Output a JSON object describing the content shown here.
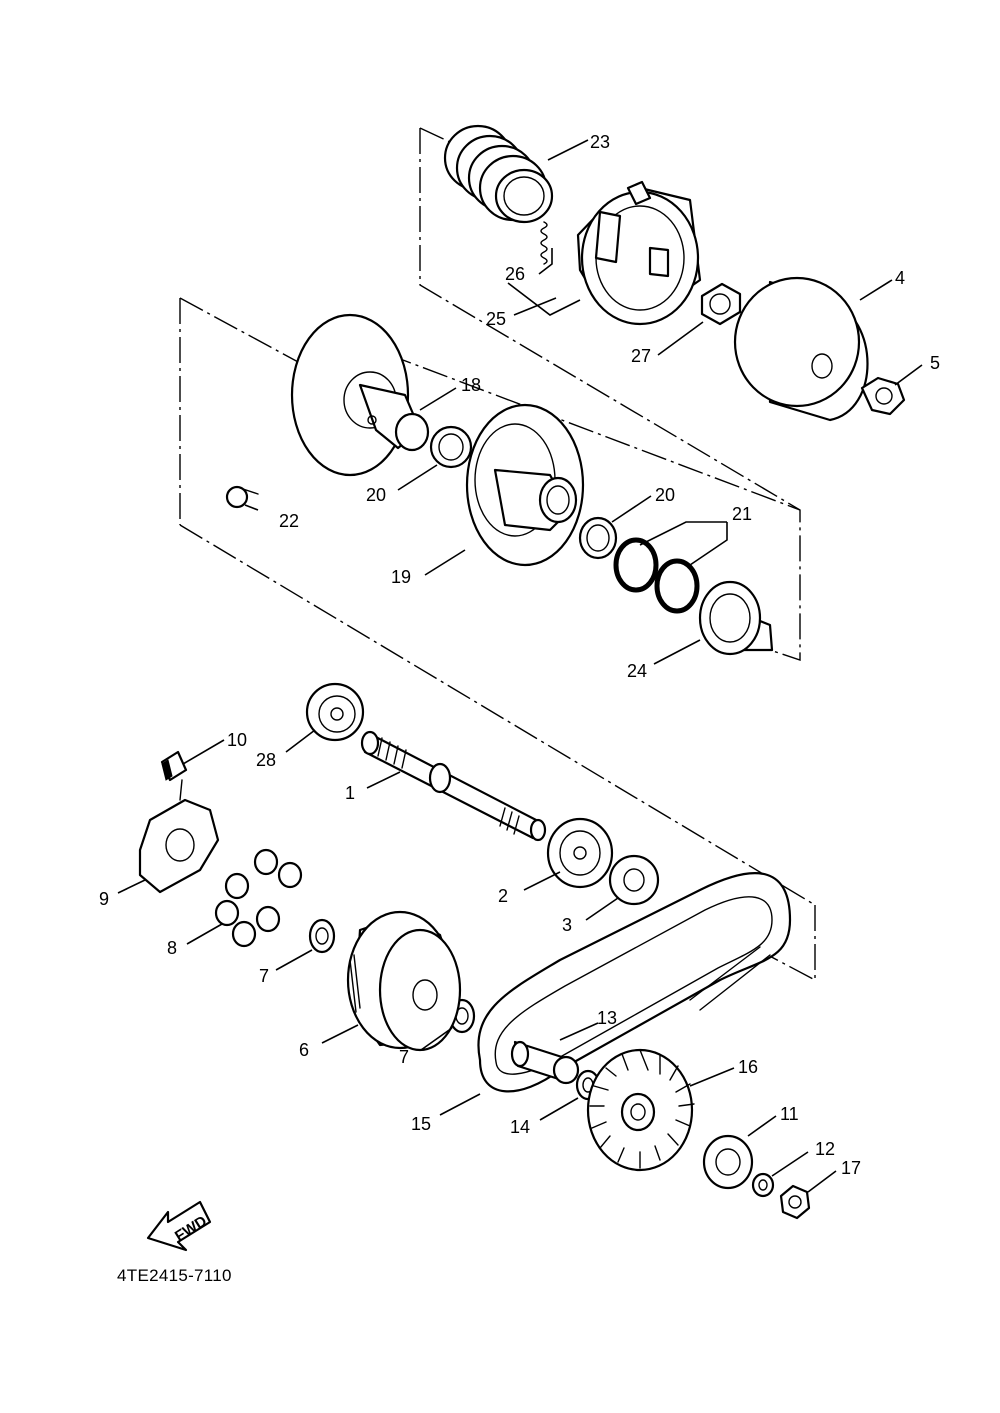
{
  "diagram": {
    "drawing_code": "4TE2415-7110",
    "fwd_arrow_text": "FWD",
    "callouts": [
      {
        "id": "c1",
        "number": "1",
        "part": "primary-sliding-sheave-shaft"
      },
      {
        "id": "c2",
        "number": "2",
        "part": "bearing"
      },
      {
        "id": "c3",
        "number": "3",
        "part": "oil-seal"
      },
      {
        "id": "c4",
        "number": "4",
        "part": "clutch-housing"
      },
      {
        "id": "c5",
        "number": "5",
        "part": "nut"
      },
      {
        "id": "c6",
        "number": "6",
        "part": "primary-sliding-sheave"
      },
      {
        "id": "c7a",
        "number": "7",
        "part": "collar"
      },
      {
        "id": "c7b",
        "number": "7",
        "part": "collar"
      },
      {
        "id": "c8",
        "number": "8",
        "part": "weight"
      },
      {
        "id": "c9",
        "number": "9",
        "part": "cam"
      },
      {
        "id": "c10",
        "number": "10",
        "part": "slider"
      },
      {
        "id": "c11",
        "number": "11",
        "part": "washer"
      },
      {
        "id": "c12",
        "number": "12",
        "part": "plain-washer"
      },
      {
        "id": "c13",
        "number": "13",
        "part": "collar"
      },
      {
        "id": "c14",
        "number": "14",
        "part": "washer"
      },
      {
        "id": "c15",
        "number": "15",
        "part": "v-belt"
      },
      {
        "id": "c16",
        "number": "16",
        "part": "primary-fixed-sheave"
      },
      {
        "id": "c17",
        "number": "17",
        "part": "nut"
      },
      {
        "id": "c18",
        "number": "18",
        "part": "secondary-sliding-sheave"
      },
      {
        "id": "c19",
        "number": "19",
        "part": "secondary-fixed-sheave"
      },
      {
        "id": "c20a",
        "number": "20",
        "part": "oil-seal"
      },
      {
        "id": "c20b",
        "number": "20",
        "part": "oil-seal"
      },
      {
        "id": "c21",
        "number": "21",
        "part": "o-ring"
      },
      {
        "id": "c22",
        "number": "22",
        "part": "guide-pin"
      },
      {
        "id": "c23",
        "number": "23",
        "part": "compression-spring"
      },
      {
        "id": "c24",
        "number": "24",
        "part": "spacer"
      },
      {
        "id": "c25",
        "number": "25",
        "part": "clutch-carrier-assy"
      },
      {
        "id": "c26",
        "number": "26",
        "part": "clutch-spring"
      },
      {
        "id": "c27",
        "number": "27",
        "part": "nut"
      },
      {
        "id": "c28",
        "number": "28",
        "part": "bearing"
      }
    ]
  }
}
